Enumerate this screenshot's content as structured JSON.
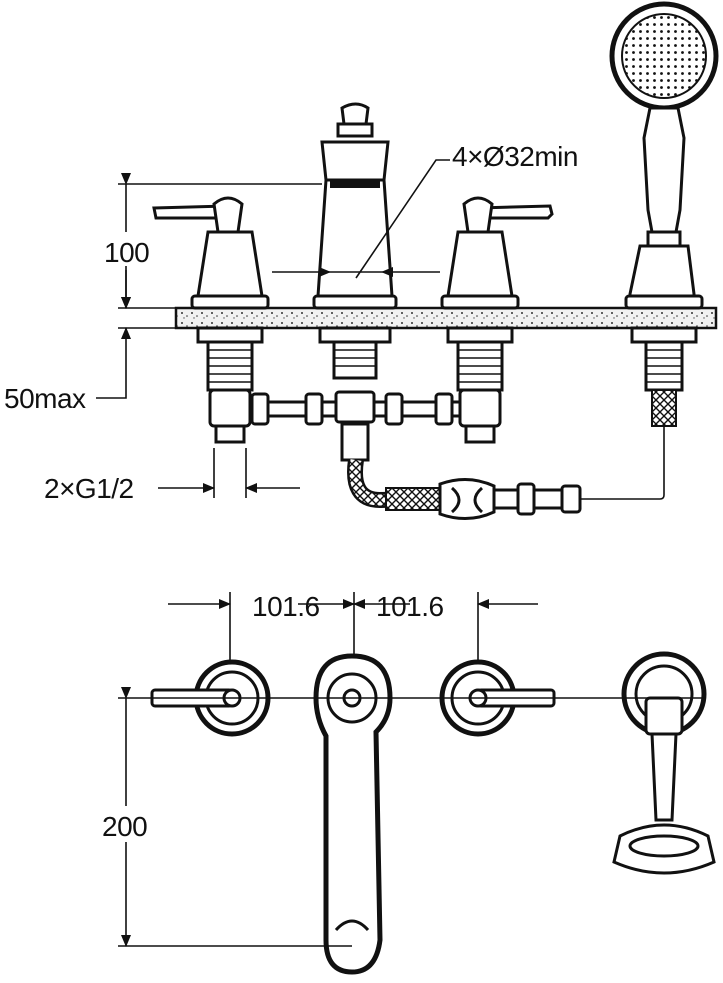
{
  "dimensions": {
    "height": "100",
    "hole": "4×Ø32min",
    "deck_thickness": "50max",
    "thread": "2×G1/2",
    "spacing_left": "101.6",
    "spacing_right": "101.6",
    "depth": "200"
  }
}
